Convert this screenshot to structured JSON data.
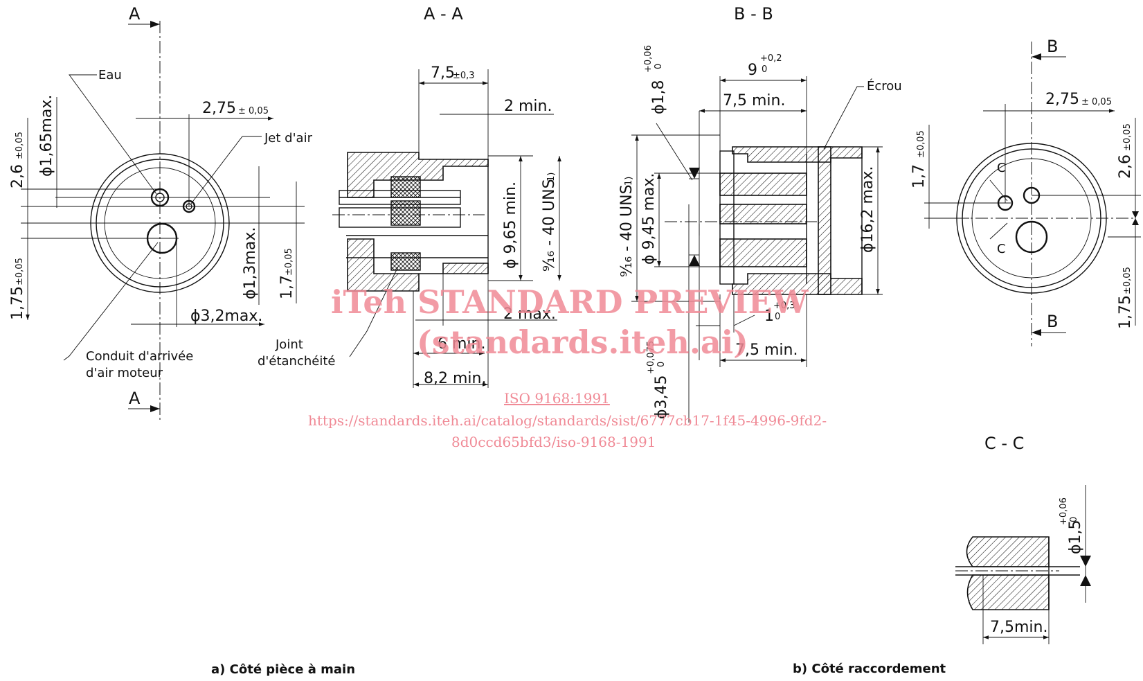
{
  "view_a": {
    "section_mark": "A",
    "labels": {
      "eau": "Eau",
      "jet_air": "Jet d'air",
      "conduit_line1": "Conduit d'arrivée",
      "conduit_line2": "d'air moteur"
    },
    "dims": {
      "offset_275": "2,75",
      "offset_275_tol": "± 0,05",
      "d165": "ϕ1,65max.",
      "v26": "2,6",
      "v26_tol": "±0,05",
      "v175": "1,75",
      "v175_tol": "±0,05",
      "d13": "ϕ1,3max.",
      "v17": "1,7",
      "v17_tol": "±0,05",
      "d32": "ϕ3,2max."
    },
    "caption": "a)    Côté pièce à main"
  },
  "view_aa": {
    "title": "A - A",
    "dims": {
      "d75": "7,5",
      "d75_tol": "±0,3",
      "d2min": "2 min.",
      "d965": "ϕ 9,65 min.",
      "uns": "⁹⁄₁₆ - 40 UNS",
      "uns_note": "1)",
      "d2max": "2 max.",
      "d6min": "6 min.",
      "d82": "8,2 min."
    },
    "labels": {
      "joint_line1": "Joint",
      "joint_line2": "d'étanchéité"
    }
  },
  "view_bb": {
    "title": "B - B",
    "dims": {
      "d18": "ϕ1,8",
      "d18_tol_up": "+0,06",
      "d18_tol_lo": "0",
      "d9": "9",
      "d9_tol_up": "+0,2",
      "d9_tol_lo": "0",
      "d75min": "7,5 min.",
      "uns": "⁹⁄₁₆ - 40 UNS",
      "uns_note": "1)",
      "d945": "ϕ 9,45 max.",
      "d162": "ϕ16,2 max.",
      "d1": "1",
      "d1_tol_up": "+0,3",
      "d1_tol_lo": "0",
      "d75min_b": "7,5 min.",
      "d345": "ϕ3,45",
      "d345_tol_up": "+0,075",
      "d345_tol_lo": "0"
    },
    "labels": {
      "ecrou": "Écrou"
    }
  },
  "view_b": {
    "section_mark": "B",
    "cut_mark": "C",
    "dims": {
      "offset_275": "2,75",
      "offset_275_tol": "± 0,05",
      "v17": "1,7",
      "v17_tol": "±0,05",
      "v26": "2,6",
      "v26_tol": "±0,05",
      "v175": "1,75",
      "v175_tol": "±0,05"
    },
    "caption": "b)    Côté raccordement"
  },
  "view_cc": {
    "title": "C - C",
    "dims": {
      "d15": "ϕ1,5",
      "d15_tol_up": "+0,06",
      "d15_tol_lo": "0",
      "d75min": "7,5min."
    }
  },
  "watermark": {
    "line1": "iTeh STANDARD PREVIEW",
    "line2": "(standards.iteh.ai)",
    "line3": "ISO 9168:1991",
    "line4": "https://standards.iteh.ai/catalog/standards/sist/6777cb17-1f45-4996-9fd2-",
    "line5": "8d0ccd65bfd3/iso-9168-1991"
  }
}
